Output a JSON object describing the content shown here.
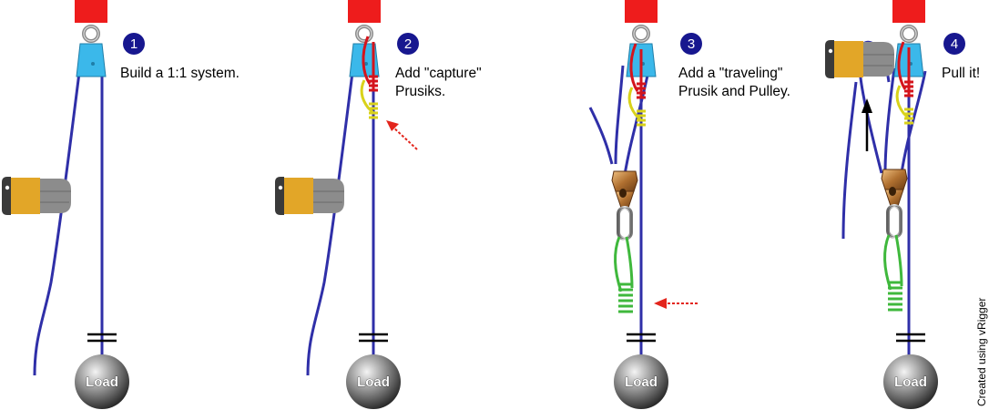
{
  "steps": [
    {
      "number": "1",
      "caption_lines": [
        "Build a 1:1 system."
      ]
    },
    {
      "number": "2",
      "caption_lines": [
        "Add \"capture\"",
        "Prusiks."
      ]
    },
    {
      "number": "3",
      "caption_lines": [
        "Add a \"traveling\"",
        "Prusik and Pulley."
      ]
    },
    {
      "number": "4",
      "caption_lines": [
        "Pull it!"
      ]
    }
  ],
  "load_label": "Load",
  "credit": "Created using vRigger",
  "colors": {
    "rope": "#2f2fa8",
    "anchor": "#ee1c1c",
    "pulley": "#3bb8ea",
    "capture_prusik_red": "#d4141c",
    "capture_prusik_yellow": "#d9d21a",
    "traveling_prusik": "#3fb83c",
    "glove_tan": "#e2a628",
    "glove_gray": "#8c8c8c",
    "arrow": "#e3251c",
    "badge": "#17178f"
  }
}
